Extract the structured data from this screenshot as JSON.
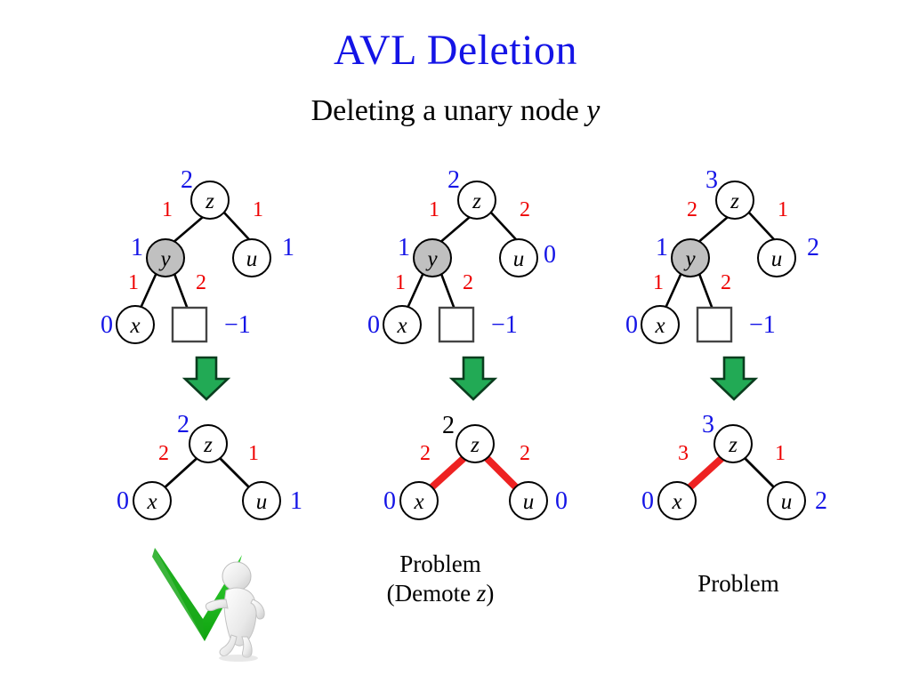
{
  "slide": {
    "title": "AVL Deletion",
    "subtitle_prefix": "Deleting a unary node ",
    "subtitle_italic": "y",
    "title_color": "#1414e6",
    "rank_color": "#1414e6",
    "edge_color": "#ee0000",
    "highlight_edge_color": "#ee2222",
    "gray_node_fill": "#c0c0c0",
    "check_color": "#22b922",
    "arrow_color": "#22aa55"
  },
  "columns": [
    {
      "id": "col-1",
      "before": {
        "nodes": [
          {
            "id": "z",
            "label": "z",
            "rank": "2",
            "shape": "circle",
            "fill": "white"
          },
          {
            "id": "y",
            "label": "y",
            "rank": "1",
            "shape": "circle",
            "fill": "gray"
          },
          {
            "id": "u",
            "label": "u",
            "rank": "1",
            "shape": "circle",
            "fill": "white"
          },
          {
            "id": "x",
            "label": "x",
            "rank": "0",
            "shape": "circle",
            "fill": "white"
          },
          {
            "id": "null",
            "label": "",
            "rank": "−1",
            "shape": "square",
            "fill": "white"
          }
        ],
        "edges": [
          {
            "from": "z",
            "to": "y",
            "weight": "1",
            "highlight": false
          },
          {
            "from": "z",
            "to": "u",
            "weight": "1",
            "highlight": false
          },
          {
            "from": "y",
            "to": "x",
            "weight": "1",
            "highlight": false
          },
          {
            "from": "y",
            "to": "null",
            "weight": "2",
            "highlight": false
          }
        ]
      },
      "after": {
        "nodes": [
          {
            "id": "z",
            "label": "z",
            "rank": "2",
            "shape": "circle",
            "fill": "white",
            "rank_color": "blue"
          },
          {
            "id": "x",
            "label": "x",
            "rank": "0",
            "shape": "circle",
            "fill": "white",
            "rank_color": "blue"
          },
          {
            "id": "u",
            "label": "u",
            "rank": "1",
            "shape": "circle",
            "fill": "white",
            "rank_color": "blue"
          }
        ],
        "edges": [
          {
            "from": "z",
            "to": "x",
            "weight": "2",
            "highlight": false
          },
          {
            "from": "z",
            "to": "u",
            "weight": "1",
            "highlight": false
          }
        ]
      },
      "caption": "",
      "caption_2": "",
      "result_icon": "green-check-figure"
    },
    {
      "id": "col-2",
      "before": {
        "nodes": [
          {
            "id": "z",
            "label": "z",
            "rank": "2",
            "shape": "circle",
            "fill": "white"
          },
          {
            "id": "y",
            "label": "y",
            "rank": "1",
            "shape": "circle",
            "fill": "gray"
          },
          {
            "id": "u",
            "label": "u",
            "rank": "0",
            "shape": "circle",
            "fill": "white"
          },
          {
            "id": "x",
            "label": "x",
            "rank": "0",
            "shape": "circle",
            "fill": "white"
          },
          {
            "id": "null",
            "label": "",
            "rank": "−1",
            "shape": "square",
            "fill": "white"
          }
        ],
        "edges": [
          {
            "from": "z",
            "to": "y",
            "weight": "1",
            "highlight": false
          },
          {
            "from": "z",
            "to": "u",
            "weight": "2",
            "highlight": false
          },
          {
            "from": "y",
            "to": "x",
            "weight": "1",
            "highlight": false
          },
          {
            "from": "y",
            "to": "null",
            "weight": "2",
            "highlight": false
          }
        ]
      },
      "after": {
        "nodes": [
          {
            "id": "z",
            "label": "z",
            "rank": "2",
            "shape": "circle",
            "fill": "white",
            "rank_color": "black"
          },
          {
            "id": "x",
            "label": "x",
            "rank": "0",
            "shape": "circle",
            "fill": "white",
            "rank_color": "blue"
          },
          {
            "id": "u",
            "label": "u",
            "rank": "0",
            "shape": "circle",
            "fill": "white",
            "rank_color": "blue"
          }
        ],
        "edges": [
          {
            "from": "z",
            "to": "x",
            "weight": "2",
            "highlight": true
          },
          {
            "from": "z",
            "to": "u",
            "weight": "2",
            "highlight": true
          }
        ]
      },
      "caption": "Problem",
      "caption_2_prefix": "(Demote ",
      "caption_2_italic": "z",
      "caption_2_suffix": ")"
    },
    {
      "id": "col-3",
      "before": {
        "nodes": [
          {
            "id": "z",
            "label": "z",
            "rank": "3",
            "shape": "circle",
            "fill": "white"
          },
          {
            "id": "y",
            "label": "y",
            "rank": "1",
            "shape": "circle",
            "fill": "gray"
          },
          {
            "id": "u",
            "label": "u",
            "rank": "2",
            "shape": "circle",
            "fill": "white"
          },
          {
            "id": "x",
            "label": "x",
            "rank": "0",
            "shape": "circle",
            "fill": "white"
          },
          {
            "id": "null",
            "label": "",
            "rank": "−1",
            "shape": "square",
            "fill": "white"
          }
        ],
        "edges": [
          {
            "from": "z",
            "to": "y",
            "weight": "2",
            "highlight": false
          },
          {
            "from": "z",
            "to": "u",
            "weight": "1",
            "highlight": false
          },
          {
            "from": "y",
            "to": "x",
            "weight": "1",
            "highlight": false
          },
          {
            "from": "y",
            "to": "null",
            "weight": "2",
            "highlight": false
          }
        ]
      },
      "after": {
        "nodes": [
          {
            "id": "z",
            "label": "z",
            "rank": "3",
            "shape": "circle",
            "fill": "white",
            "rank_color": "blue"
          },
          {
            "id": "x",
            "label": "x",
            "rank": "0",
            "shape": "circle",
            "fill": "white",
            "rank_color": "blue"
          },
          {
            "id": "u",
            "label": "u",
            "rank": "2",
            "shape": "circle",
            "fill": "white",
            "rank_color": "blue"
          }
        ],
        "edges": [
          {
            "from": "z",
            "to": "x",
            "weight": "3",
            "highlight": true
          },
          {
            "from": "z",
            "to": "u",
            "weight": "1",
            "highlight": false
          }
        ]
      },
      "caption": "Problem",
      "caption_2": ""
    }
  ],
  "arrows": [
    {
      "id": "arrow-1",
      "direction": "down"
    },
    {
      "id": "arrow-2",
      "direction": "down"
    },
    {
      "id": "arrow-3",
      "direction": "down"
    }
  ]
}
